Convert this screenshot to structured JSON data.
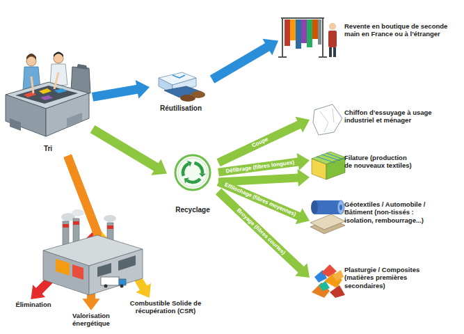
{
  "diagram": {
    "nodes": [
      {
        "text": [
          "Tri"
        ]
      },
      {
        "text": [
          "Réutilisation"
        ]
      },
      {
        "text": [
          "Recyclage"
        ]
      },
      {
        "text": [
          "Revente en boutique de seconde main en France ou à l’étranger"
        ]
      },
      {
        "text": [
          "Chiffon d’essuyage à usage industriel et ménager"
        ]
      },
      {
        "text": [
          "Filature (production de nouveaux textiles)"
        ]
      },
      {
        "text": [
          "Géotextiles / Automobile / Bâtiment (non-tissés : isolation, rembourrage...)"
        ]
      },
      {
        "text": [
          "Plasturgie / Composites (matières premières secondaires)"
        ]
      },
      {
        "text": [
          "Élimination"
        ]
      },
      {
        "text": [
          "Valorisation énergétique"
        ]
      },
      {
        "text": [
          "Combustible Solide de récupération (CSR)"
        ]
      }
    ],
    "edges": [
      {
        "from": 0,
        "to": 1,
        "arrow": "to"
      },
      {
        "from": 1,
        "to": 3,
        "arrow": "to"
      },
      {
        "from": 0,
        "to": 2,
        "arrow": "to"
      },
      {
        "from": 2,
        "to": 4,
        "label": "Coupe",
        "arrow": "to"
      },
      {
        "from": 2,
        "to": 5,
        "label": "Défibrage (fibres longues)",
        "arrow": "to"
      },
      {
        "from": 2,
        "to": 5,
        "arrow": "to"
      },
      {
        "from": 2,
        "to": 6,
        "label": "Effilochage (fibres moyennes)",
        "arrow": "to"
      },
      {
        "from": 2,
        "to": 7,
        "label": "Broyage (fibres courtes)",
        "arrow": "to"
      },
      {
        "from": 0,
        "to": 8,
        "arrow": "to"
      },
      {
        "from": 0,
        "to": 9,
        "arrow": "to"
      },
      {
        "from": 0,
        "to": 10,
        "arrow": "to"
      }
    ]
  }
}
